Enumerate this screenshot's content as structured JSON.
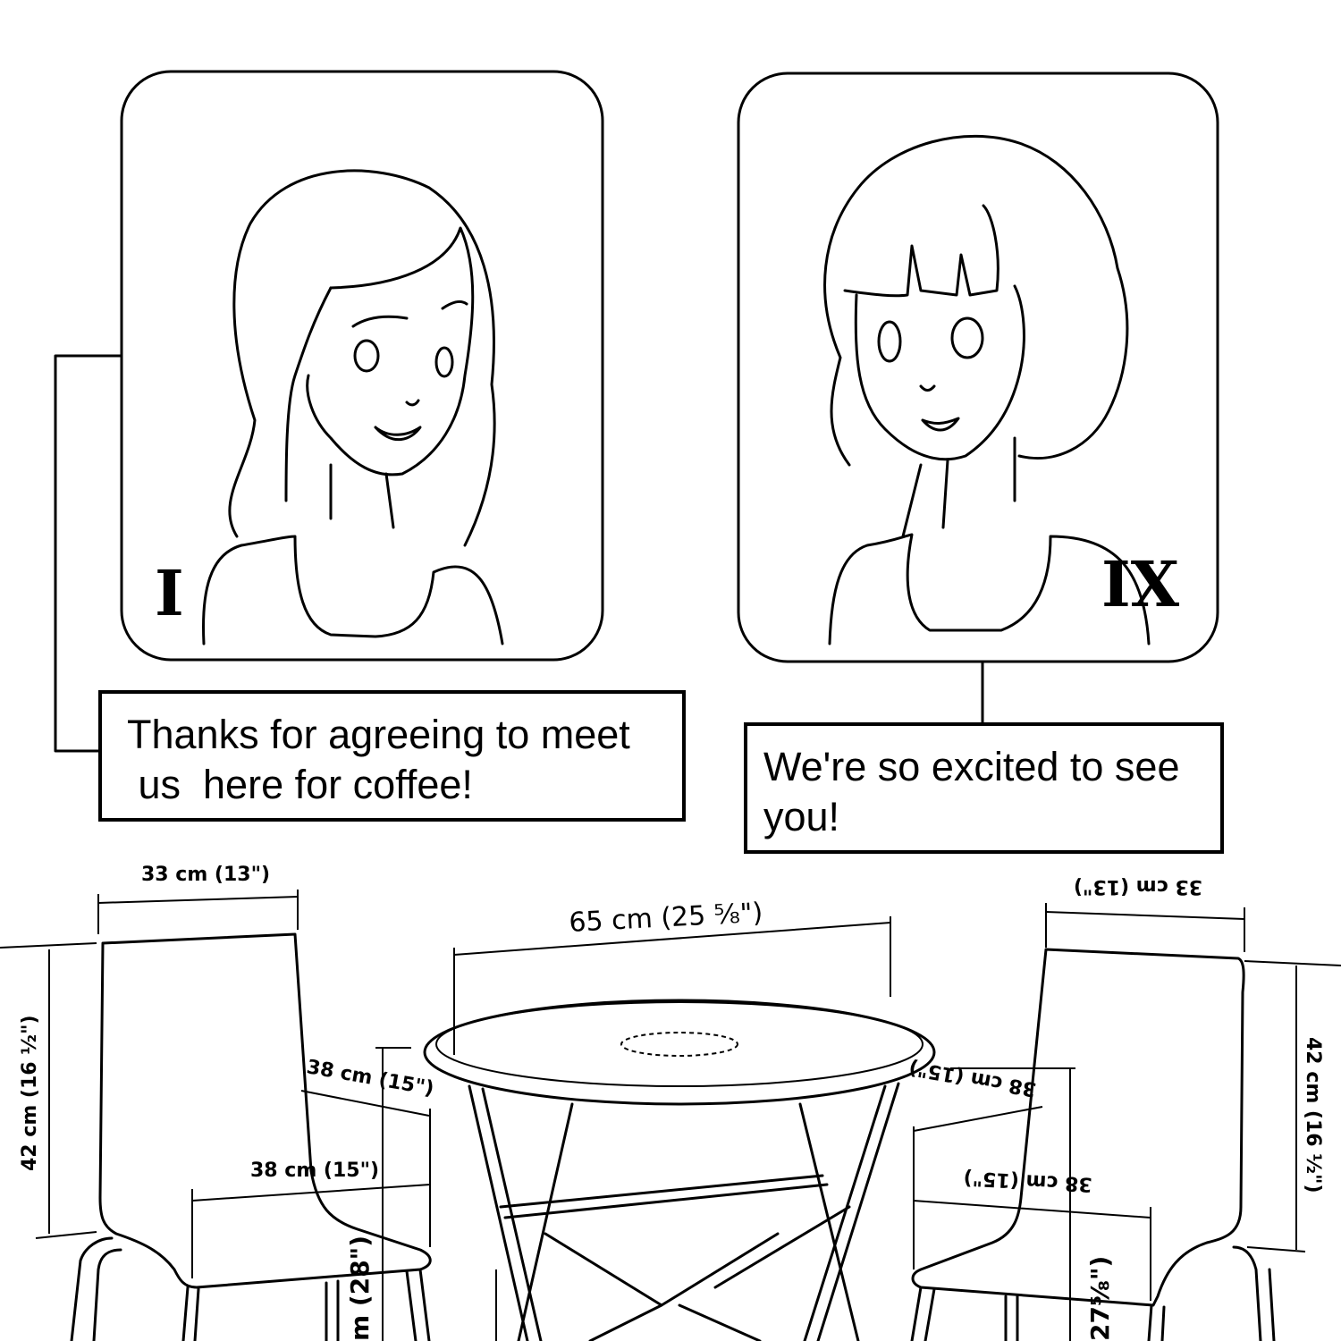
{
  "panels": [
    {
      "number_label": "I",
      "caption_lines": [
        "Thanks for agreeing to meet",
        " us  here for coffee!"
      ]
    },
    {
      "number_label": "IX",
      "caption_lines": [
        "We're so excited to see",
        "you!"
      ]
    }
  ],
  "dimensions": {
    "left_chair_width": "33 cm (13\")",
    "left_chair_back_height": "42 cm (16 ½\")",
    "left_chair_seat_depth": "38 cm (15\")",
    "left_chair_seat_width": "38 cm (15\")",
    "left_table_height_partial": "m (28\")",
    "table_diameter": "65 cm (25 ⅝\")",
    "right_chair_width": "33 cm (13\")",
    "right_chair_back_height": "42 cm (16 ½\")",
    "right_chair_seat_depth": "38 cm (15\")",
    "right_chair_seat_width": "38 cm (15\")",
    "right_table_height_partial": "27⅝\")"
  }
}
